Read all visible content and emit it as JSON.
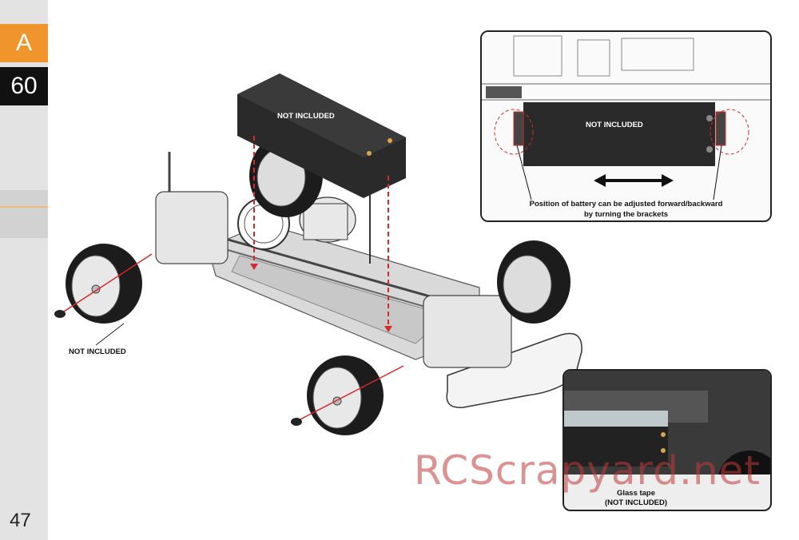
{
  "sidebar": {
    "section": "A",
    "step": "60",
    "page_number": "47"
  },
  "labels": {
    "battery_main": "NOT INCLUDED",
    "wheel_not_included": "NOT INCLUDED",
    "battery_inset": "NOT INCLUDED",
    "adjust_note_line1": "Position of battery can be adjusted forward/backward",
    "adjust_note_line2": "by turning the brackets",
    "glass_tape_line1": "Glass tape",
    "glass_tape_line2": "(NOT INCLUDED)"
  },
  "watermark": "RCScrapyard.net",
  "colors": {
    "accent": "#f0952b",
    "step_bg": "#111111",
    "guide_red": "#d42a2a"
  }
}
